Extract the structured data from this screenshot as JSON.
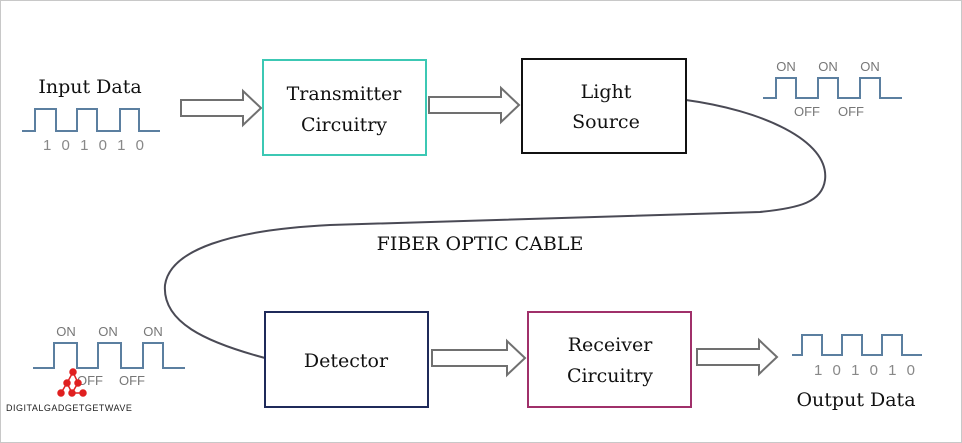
{
  "input": {
    "label": "Input Data",
    "bits": "1 0 1 0 1 0"
  },
  "output": {
    "label": "Output Data",
    "bits": "1 0 1 0 1 0"
  },
  "blocks": {
    "transmitter": [
      "Transmitter",
      "Circuitry"
    ],
    "light_source": [
      "Light",
      "Source"
    ],
    "detector": [
      "Detector"
    ],
    "receiver": [
      "Receiver",
      "Circuitry"
    ]
  },
  "cable_label": "FIBER OPTIC CABLE",
  "signal_states": {
    "on": "ON",
    "off": "OFF"
  },
  "watermark": "DIGITALGADGETGETWAVE",
  "colors": {
    "transmitter": "#3cc8b4",
    "light_source": "#111111",
    "detector": "#1f2a5a",
    "receiver": "#a0306a",
    "signal": "#5b7fa0",
    "arrow": "#707070"
  }
}
